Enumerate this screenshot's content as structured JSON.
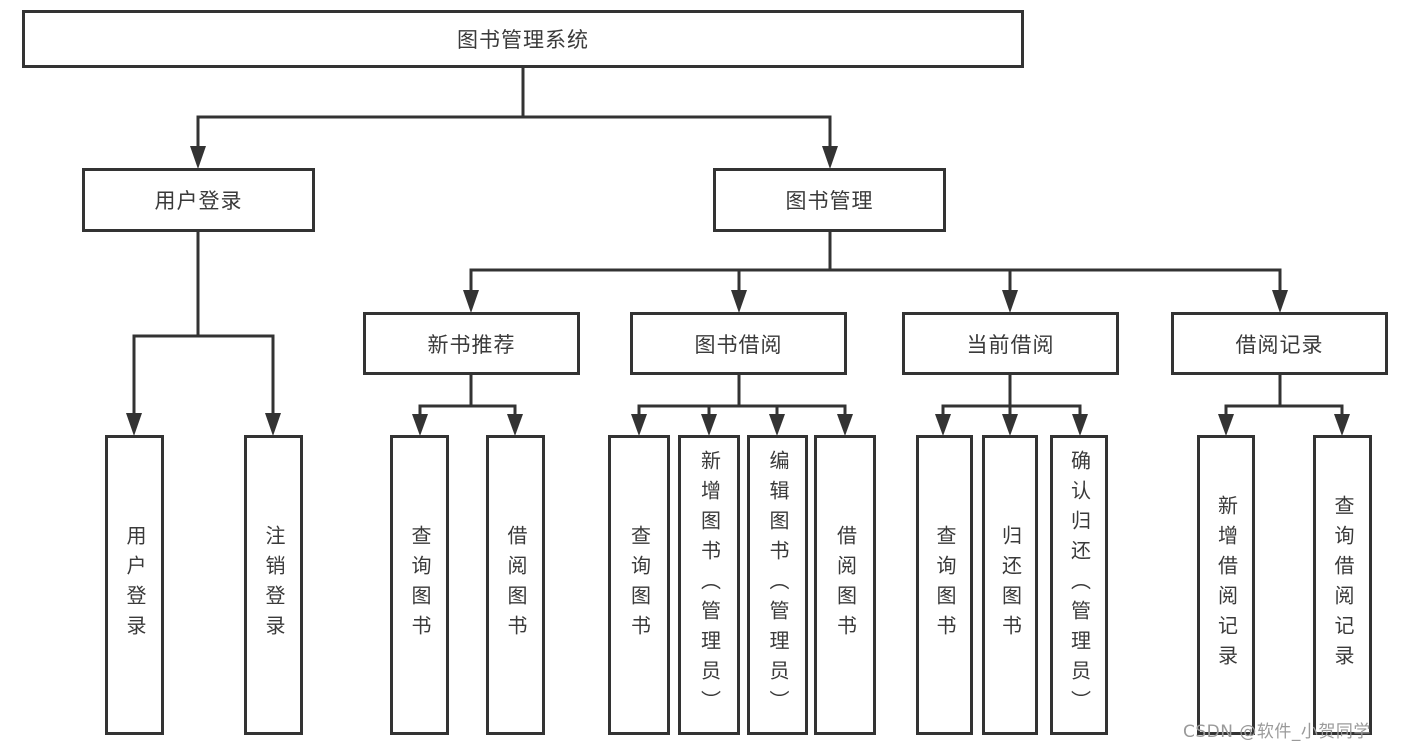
{
  "diagram": {
    "title": "图书管理系统",
    "type": "function-structure-tree",
    "colors": {
      "line": "#333333",
      "border": "#333333",
      "text": "#3a3a3a",
      "background": "#ffffff",
      "watermark": "#9a9a9a"
    },
    "watermark": "CSDN @软件_小贺同学"
  },
  "nodes": {
    "root": {
      "label": "图书管理系统"
    },
    "user_login": {
      "label": "用户登录"
    },
    "book_mgmt": {
      "label": "图书管理"
    },
    "new_book_rec": {
      "label": "新书推荐"
    },
    "book_borrow": {
      "label": "图书借阅"
    },
    "current_borrow": {
      "label": "当前借阅"
    },
    "borrow_record": {
      "label": "借阅记录"
    },
    "leaf_user_login": {
      "label": "用户登录"
    },
    "leaf_logout": {
      "label": "注销登录"
    },
    "leaf_rec_query": {
      "label": "查询图书"
    },
    "leaf_rec_borrow": {
      "label": "借阅图书"
    },
    "leaf_bb_query": {
      "label": "查询图书"
    },
    "leaf_bb_add": {
      "label": "新增图书（管理员）"
    },
    "leaf_bb_edit": {
      "label": "编辑图书（管理员）"
    },
    "leaf_bb_borrow": {
      "label": "借阅图书"
    },
    "leaf_cb_query": {
      "label": "查询图书"
    },
    "leaf_cb_return": {
      "label": "归还图书"
    },
    "leaf_cb_confirm": {
      "label": "确认归还（管理员）"
    },
    "leaf_br_add": {
      "label": "新增借阅记录"
    },
    "leaf_br_query": {
      "label": "查询借阅记录"
    }
  },
  "tree": {
    "label": "图书管理系统",
    "children": [
      {
        "label": "用户登录",
        "children": [
          {
            "label": "用户登录"
          },
          {
            "label": "注销登录"
          }
        ]
      },
      {
        "label": "图书管理",
        "children": [
          {
            "label": "新书推荐",
            "children": [
              {
                "label": "查询图书"
              },
              {
                "label": "借阅图书"
              }
            ]
          },
          {
            "label": "图书借阅",
            "children": [
              {
                "label": "查询图书"
              },
              {
                "label": "新增图书（管理员）"
              },
              {
                "label": "编辑图书（管理员）"
              },
              {
                "label": "借阅图书"
              }
            ]
          },
          {
            "label": "当前借阅",
            "children": [
              {
                "label": "查询图书"
              },
              {
                "label": "归还图书"
              },
              {
                "label": "确认归还（管理员）"
              }
            ]
          },
          {
            "label": "借阅记录",
            "children": [
              {
                "label": "新增借阅记录"
              },
              {
                "label": "查询借阅记录"
              }
            ]
          }
        ]
      }
    ]
  }
}
